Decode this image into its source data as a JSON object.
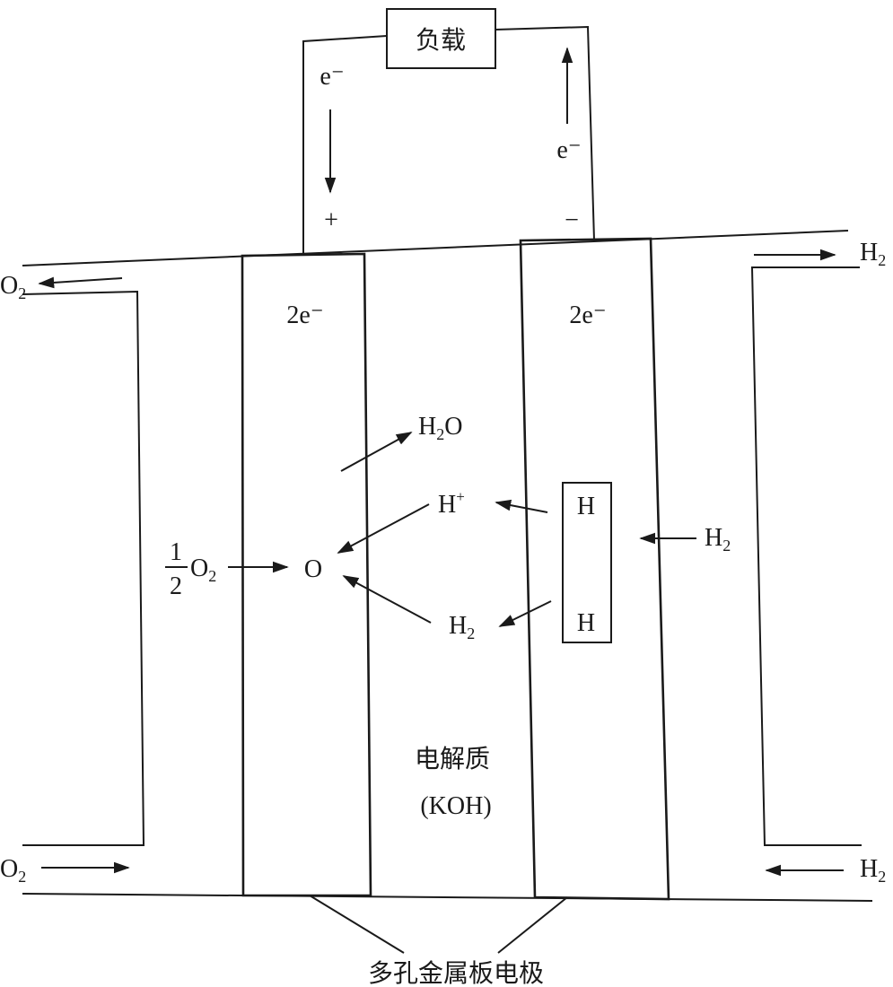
{
  "load": "负载",
  "electron_left": "e⁻",
  "electron_right": "e⁻",
  "terminal_positive": "+",
  "terminal_negative": "−",
  "o2_outlet": {
    "main": "O",
    "sub": "2"
  },
  "h2_outlet": {
    "main": "H",
    "sub": "2"
  },
  "o2_inlet": {
    "main": "O",
    "sub": "2"
  },
  "h2_inlet": {
    "main": "H",
    "sub": "2"
  },
  "cathode_electrons": "2e⁻",
  "anode_electrons": "2e⁻",
  "water": {
    "pre": "H",
    "sub": "2",
    "post": "O"
  },
  "proton": {
    "main": "H",
    "sup": "+"
  },
  "half_numerator": "1",
  "half_denominator": "2",
  "half_o2": {
    "main": "O",
    "sub": "2"
  },
  "oxygen_atom": "O",
  "hydrogen_center": {
    "main": "H",
    "sub": "2"
  },
  "h_atom_top": "H",
  "h_atom_bottom": "H",
  "h2_anode": {
    "main": "H",
    "sub": "2"
  },
  "electrolyte_name": "电解质",
  "electrolyte_formula": "(KOH)",
  "electrode_label": "多孔金属板电极"
}
